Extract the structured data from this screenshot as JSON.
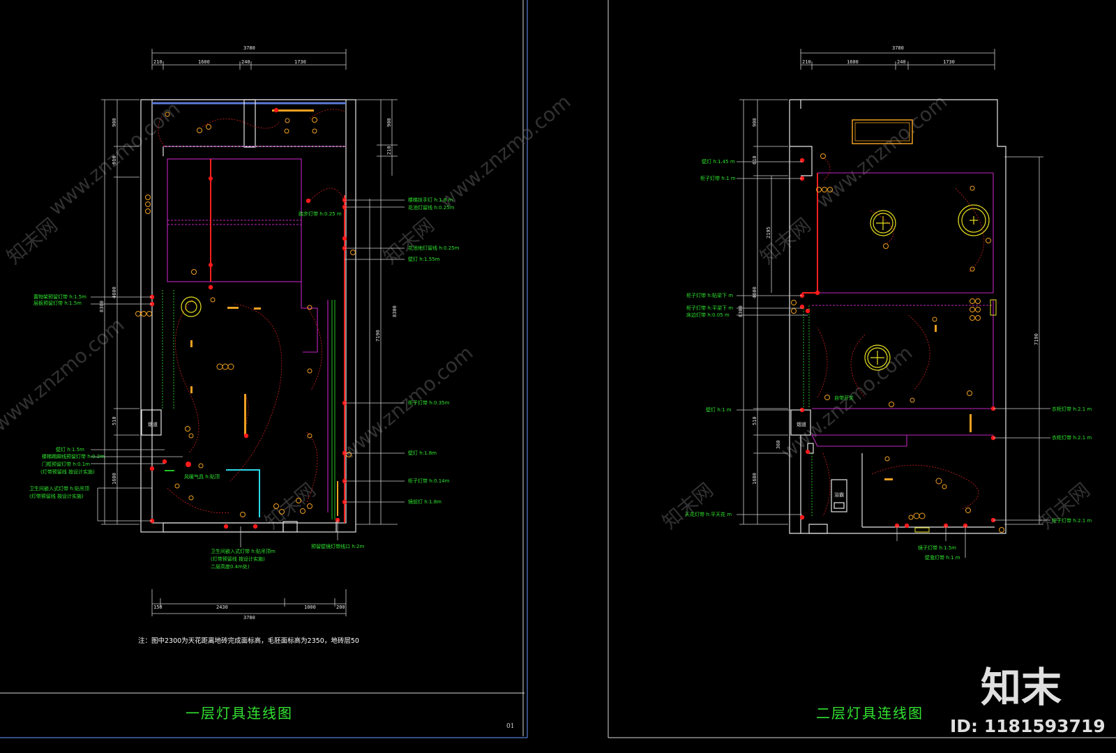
{
  "sheet1": {
    "title": "一层灯具连线图",
    "page_number": "01",
    "note": "注：图中2300为天花距离地砖完成面标高，毛胚面标高为2350，地砖层50",
    "top_dims": {
      "total": "3780",
      "segments": [
        "210",
        "1600",
        "240",
        "1730"
      ]
    },
    "bottom_dims": {
      "total": "3780",
      "segments": [
        "150",
        "2430",
        "1000",
        "200"
      ]
    },
    "left_dims": {
      "total": "8300",
      "segments": [
        "900",
        "610",
        "4600",
        "510",
        "1680"
      ]
    },
    "right_dims": {
      "segments": [
        "900",
        "210",
        "8300",
        "7190"
      ]
    },
    "room_labels": [
      "烟道"
    ],
    "labels_right": [
      "楼梯扶手灯 h:1.8 m",
      "花池灯留线 h:0.25m",
      "踏步灯带 h:0.25 m",
      "花池地灯留线 h:0.25m",
      "壁灯 h:1.55m",
      "柜子灯带 h:0.35m",
      "壁灯 h:1.8m",
      "柜子灯带 h:0.14m",
      "镜前灯 h:1.8m",
      "预留壁镜灯带线口 h:2m"
    ],
    "labels_left": [
      "置物架预留灯带 h:1.5m",
      "层板预留灯带 h:1.5m",
      "壁灯 h:1.5m",
      "楼梯踢脚线预留灯带 h:0.2m",
      "门框预留灯带 h:0.1m",
      "(灯带预留线 按设计实施)",
      "卫生间嵌入式灯带 h:贴吊顶",
      "(灯带预留线 按设计实施)"
    ],
    "label_center": "风暖气具 h:贴顶",
    "labels_bottom": [
      "卫生间嵌入式灯带 h:贴吊顶m",
      "(灯带预留线 按设计实施)",
      "二层高度0.4m处)"
    ]
  },
  "sheet2": {
    "title": "二层灯具连线图",
    "top_dims": {
      "total": "3780",
      "segments": [
        "210",
        "1600",
        "240",
        "1730"
      ]
    },
    "left_dims": {
      "total": "8300",
      "segments": [
        "900",
        "610",
        "2195",
        "4600",
        "510",
        "360",
        "1680"
      ]
    },
    "right_dims": {
      "segments": [
        "7190"
      ]
    },
    "room_labels": [
      "烟道",
      "浴霸",
      "自带开关"
    ],
    "labels_left": [
      "壁灯 h:1.45 m",
      "柜子灯带 h:1 m",
      "柜子灯带 h:贴梁下 m",
      "柜子灯带 h:平梁下 m",
      "床边灯带 h:0.05 m",
      "壁灯 h:1 m",
      "天花灯带 h:平天花 m"
    ],
    "labels_right": [
      "衣柜灯带 h:2.1 m",
      "衣柜灯带 h:2.1 m",
      "柜子灯带 h:2.1 m"
    ],
    "labels_bottom": [
      "镜子灯带 h:1.5m",
      "壁龛灯带 h:1 m"
    ]
  },
  "watermark": {
    "brand": "知末",
    "site": "www.znzmo.com",
    "cn": "知末网",
    "id_label": "ID: 1181593719"
  },
  "colors": {
    "background": "#000000",
    "wall": "#e6e6e6",
    "dimension": "#d0d0d0",
    "label": "#2ee52e",
    "ceiling": "#c226c2",
    "lightstrip": "#ff2020",
    "lamp": "#f0a020",
    "title": "#33e433"
  }
}
